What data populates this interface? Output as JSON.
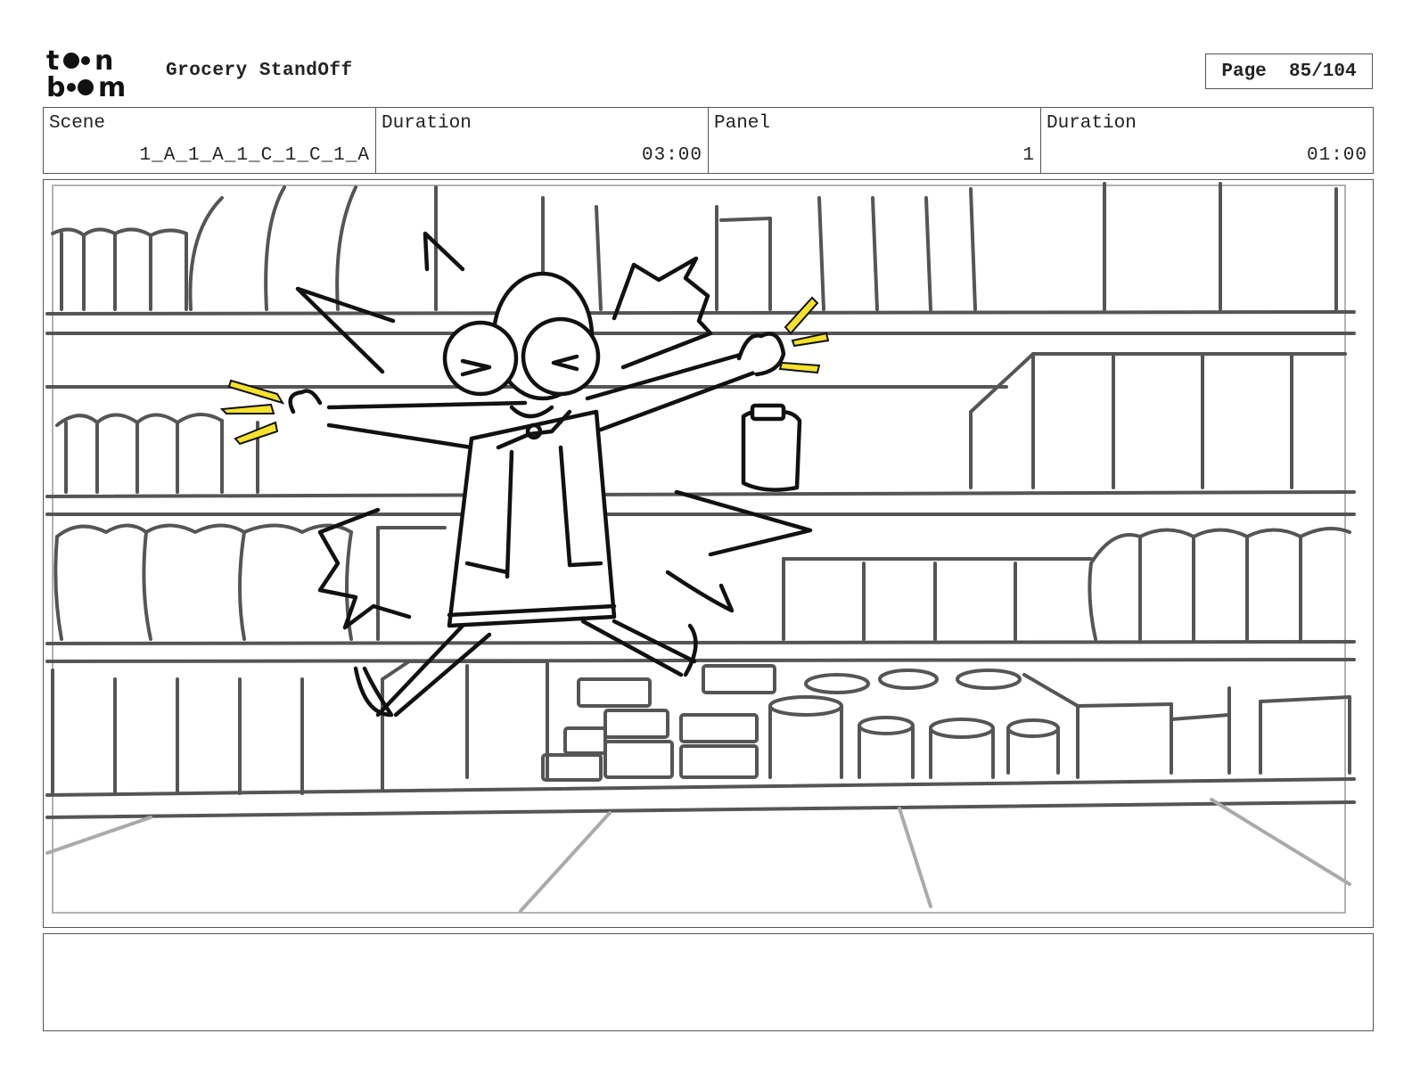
{
  "header": {
    "logo_text": "toonboom",
    "project_title": "Grocery StandOff",
    "page_label": "Page",
    "page_number": "85/104"
  },
  "info": {
    "scene_label": "Scene",
    "scene_value": "1_A_1_A_1_C_1_C_1_A",
    "scene_duration_label": "Duration",
    "scene_duration_value": "03:00",
    "panel_label": "Panel",
    "panel_value": "1",
    "panel_duration_label": "Duration",
    "panel_duration_value": "01:00"
  },
  "colors": {
    "sketch": "#555555",
    "ink": "#111111",
    "highlight": "#f5e22b"
  }
}
